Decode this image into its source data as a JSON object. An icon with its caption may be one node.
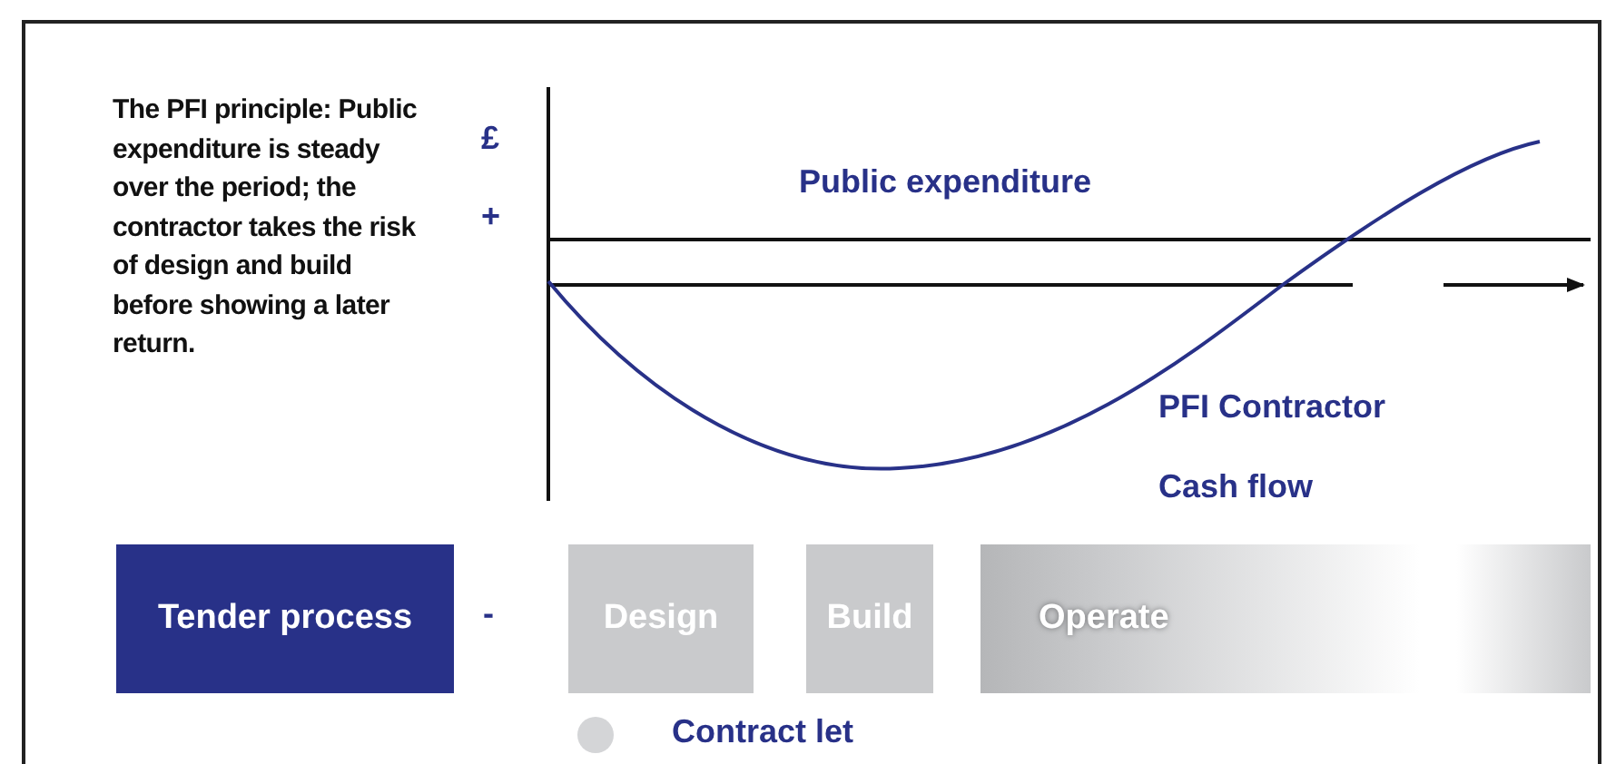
{
  "diagram": {
    "nodes": [
      {
        "text": [
          "Tender process"
        ]
      },
      {
        "text": [
          "Design"
        ]
      },
      {
        "text": [
          "Build"
        ]
      },
      {
        "text": [
          "Operate"
        ]
      }
    ],
    "edges": [],
    "labels": [
      "The PFI principle: Public expenditure is steady over the period; the contractor takes the risk of design and build before showing a later return.",
      "£",
      "+",
      "Public expenditure",
      "PFI Contractor",
      "Cash flow",
      "-"
    ],
    "legend": [
      {
        "text": "Contract let",
        "color": "#d4d5d7"
      }
    ]
  }
}
